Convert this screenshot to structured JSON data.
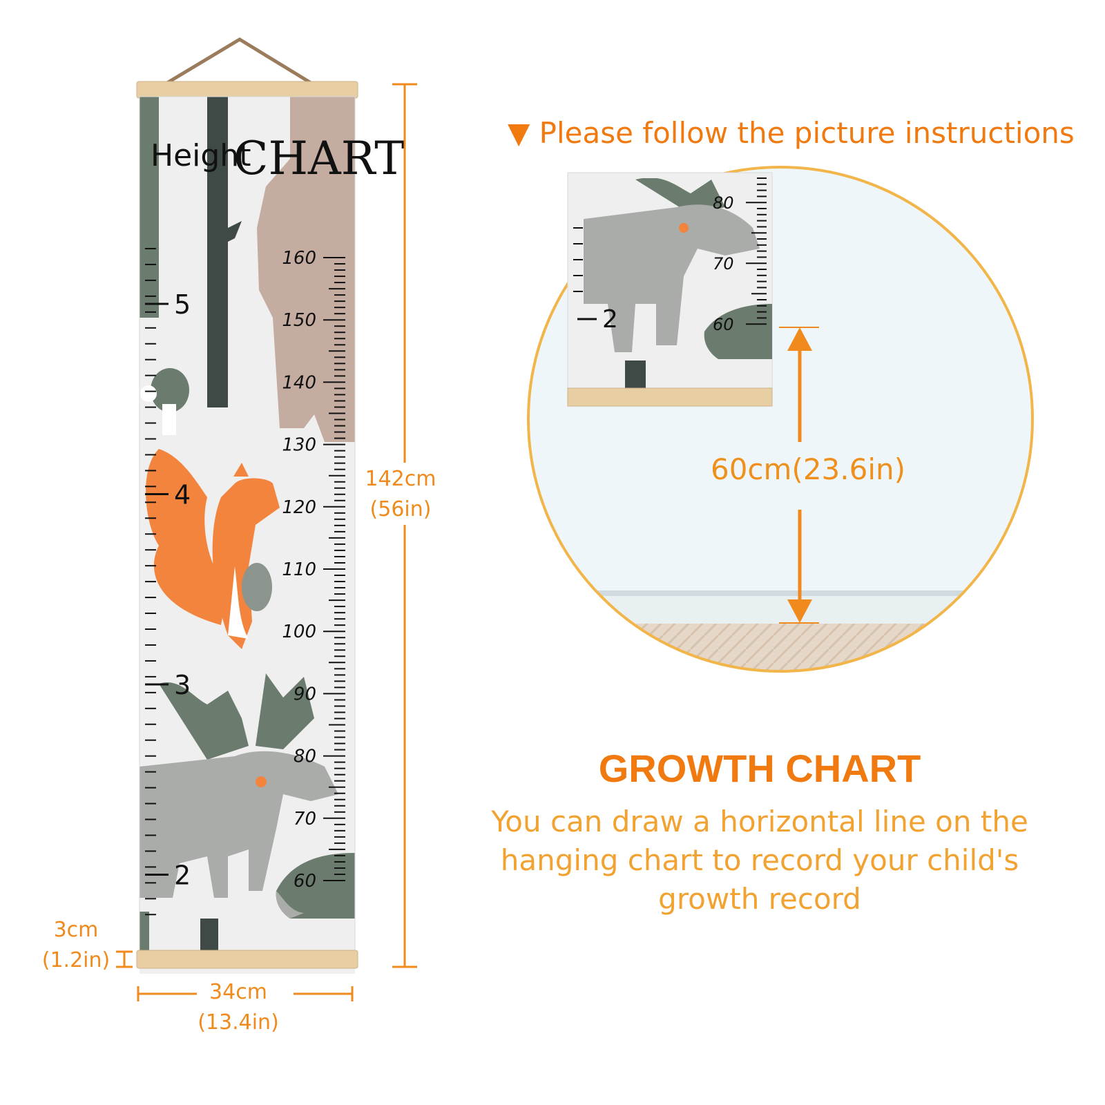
{
  "chart_title": {
    "word1": "Height",
    "word2": "CHART"
  },
  "instruction": "▼ Please follow the picture instructions",
  "dimensions": {
    "height_cm": "142cm",
    "height_in": "(56in)",
    "width_cm": "34cm",
    "width_in": "(13.4in)",
    "bar_cm": "3cm",
    "bar_in": "(1.2in)",
    "hang_height": "60cm(23.6in)"
  },
  "cm_scale": [
    "160",
    "150",
    "140",
    "130",
    "120",
    "110",
    "100",
    "90",
    "80",
    "70",
    "60"
  ],
  "ft_scale": [
    "5",
    "4",
    "3",
    "2"
  ],
  "zoom": {
    "cm_labels": [
      "80",
      "70",
      "60"
    ],
    "ft_label": "2"
  },
  "growth": {
    "title": "GROWTH CHART",
    "line1": "You can draw a horizontal line on the",
    "line2": "hanging chart to record your child's",
    "line3": "growth record"
  },
  "colors": {
    "accent": "#f08a1c",
    "wood": "#e8cfa3",
    "forest": "#6b7b6e",
    "bear": "#c4aca0",
    "squirrel": "#f2843e"
  }
}
